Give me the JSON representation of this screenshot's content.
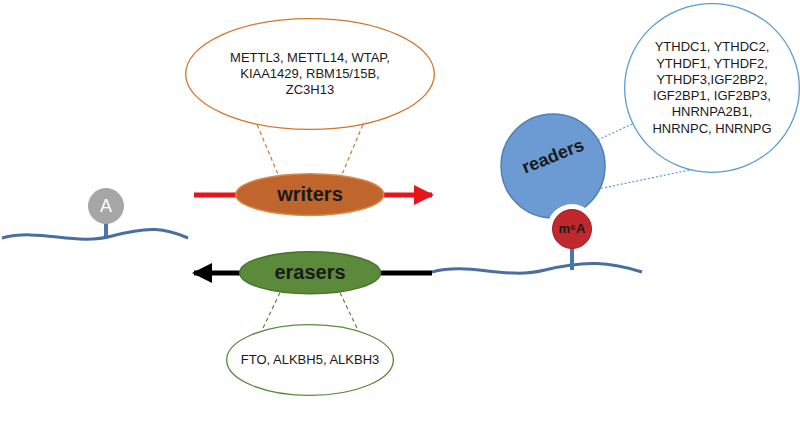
{
  "diagram": {
    "nodes": [
      {
        "text": [
          "METTL3, METTL14, WTAP, KIAA1429, RBM15/15B, ZC3H13"
        ]
      },
      {
        "text": [
          "YTHDC1, YTHDC2, YTHDF1, YTHDF2, YTHDF3,IGF2BP2, IGF2BP1, IGF2BP3, HNRNPA2B1, HNRNPC, HNRNPG"
        ]
      },
      {
        "text": [
          "A"
        ]
      },
      {
        "text": [
          "writers"
        ]
      },
      {
        "text": [
          "readers"
        ]
      },
      {
        "text": [
          "m⁶A"
        ]
      },
      {
        "text": [
          "erasers"
        ]
      },
      {
        "text": [
          "FTO, ALKBH5, ALKBH3"
        ]
      }
    ],
    "edges": [
      {
        "from": 2,
        "to": 5,
        "arrow": "to"
      },
      {
        "from": 5,
        "to": 2,
        "arrow": "to"
      },
      {
        "from": 0,
        "to": 3,
        "arrow": "none"
      },
      {
        "from": 1,
        "to": 4,
        "arrow": "none"
      },
      {
        "from": 6,
        "to": 7,
        "arrow": "none"
      }
    ]
  }
}
